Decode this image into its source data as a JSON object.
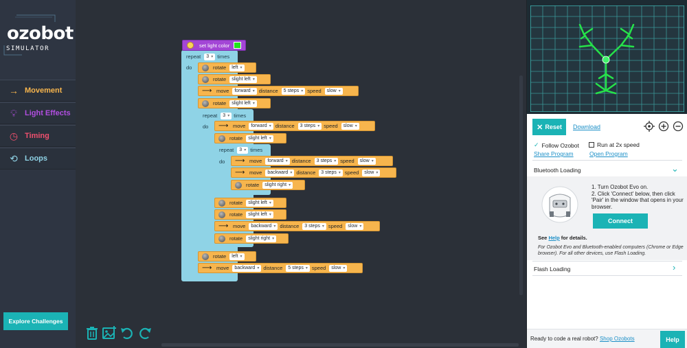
{
  "logo": {
    "name": "ozobot",
    "subtitle": "SIMULATOR"
  },
  "categories": [
    {
      "label": "Movement",
      "color": "#f7b54d",
      "icon": "arrow-right-icon"
    },
    {
      "label": "Light Effects",
      "color": "#b14ee0",
      "icon": "lightbulb-icon"
    },
    {
      "label": "Timing",
      "color": "#f0506e",
      "icon": "clock-icon"
    },
    {
      "label": "Loops",
      "color": "#8fd3e6",
      "icon": "loop-icon"
    }
  ],
  "explore_button": "Explore Challenges",
  "program": {
    "light_block": {
      "label": "set light color",
      "color": "#23e21d"
    },
    "keywords": {
      "repeat": "repeat",
      "times": "times",
      "do": "do",
      "rotate": "rotate",
      "move": "move",
      "distance": "distance",
      "speed": "speed"
    },
    "outer_repeat": "3",
    "middle_repeat": "3",
    "inner_repeat": "3",
    "values": {
      "left": "left",
      "slight_left": "slight left",
      "slight_right": "slight right",
      "forward": "forward",
      "backward": "backward",
      "steps5": "5 steps",
      "steps3": "3 steps",
      "slow": "slow"
    }
  },
  "toolbar": {
    "icons": [
      "trash-icon",
      "add-image-icon",
      "undo-icon",
      "redo-icon"
    ]
  },
  "panel": {
    "reset_label": "Reset",
    "download_label": "Download",
    "follow_label": "Follow Ozobot",
    "follow_checked": true,
    "run2x_label": "Run at 2x speed",
    "run2x_checked": false,
    "share_label": "Share Program",
    "open_label": "Open Program",
    "bluetooth_title": "Bluetooth Loading",
    "step1": "1. Turn Ozobot Evo on.",
    "step2": "2. Click 'Connect' below, then click 'Pair' in the window that opens in your browser.",
    "connect_label": "Connect",
    "help_prefix": "See ",
    "help_link": "Help",
    "help_suffix": " for details.",
    "note": "For Ozobot Evo and Bluetooth-enabled computers (Chrome or Edge browser). For all other devices, use Flash Loading.",
    "flash_title": "Flash Loading",
    "footer_text": "Ready to code a real robot? ",
    "footer_link": "Shop Ozobots",
    "help_button": "Help"
  },
  "colors": {
    "accent": "#1bb3b5",
    "trail": "#26e34a",
    "motion": "#f7b54d",
    "loop": "#8fd3e6",
    "light": "#a346d6"
  }
}
